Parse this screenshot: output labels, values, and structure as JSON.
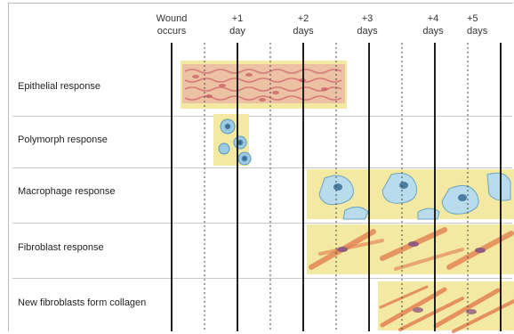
{
  "columns": [
    {
      "line1": "Wound",
      "line2": "occurs"
    },
    {
      "line1": "+1",
      "line2": "day"
    },
    {
      "line1": "+2",
      "line2": "days"
    },
    {
      "line1": "+3",
      "line2": "days"
    },
    {
      "line1": "+4",
      "line2": "days"
    },
    {
      "line1": "+5",
      "line2": "days"
    }
  ],
  "rows": [
    {
      "label": "Epithelial response"
    },
    {
      "label": "Polymorph response"
    },
    {
      "label": "Macrophage response"
    },
    {
      "label": "Fibroblast response"
    },
    {
      "label": "New fibroblasts form collagen"
    }
  ],
  "colors": {
    "band": "#f3e9a2",
    "epithelial": "#e8a0a6",
    "cell_blue": "#9ccbe3",
    "fibroblast": "#e27a4c"
  }
}
